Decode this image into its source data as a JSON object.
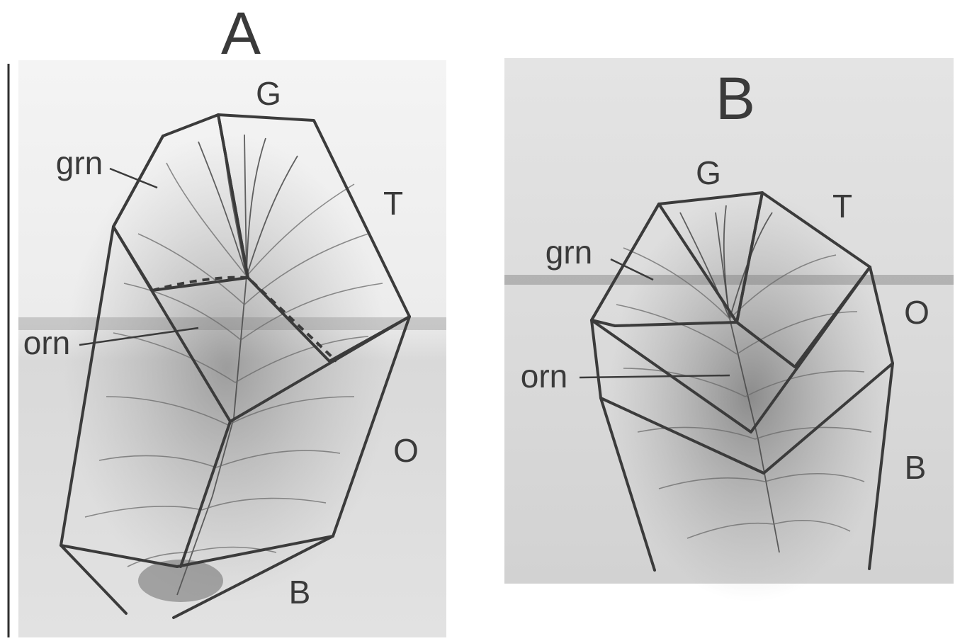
{
  "panels": [
    {
      "letter": "A",
      "labels": {
        "glossy": "G",
        "top": "T",
        "outer": "O",
        "base": "B",
        "grn": "grn",
        "orn": "orn"
      }
    },
    {
      "letter": "B",
      "labels": {
        "glossy": "G",
        "top": "T",
        "outer": "O",
        "base": "B",
        "grn": "grn",
        "orn": "orn"
      }
    }
  ],
  "colors": {
    "line": "#3b3b3b",
    "photo_light": "#e9e9e9",
    "photo_mid": "#cfcfcf",
    "feather": "#5a5a5a"
  }
}
